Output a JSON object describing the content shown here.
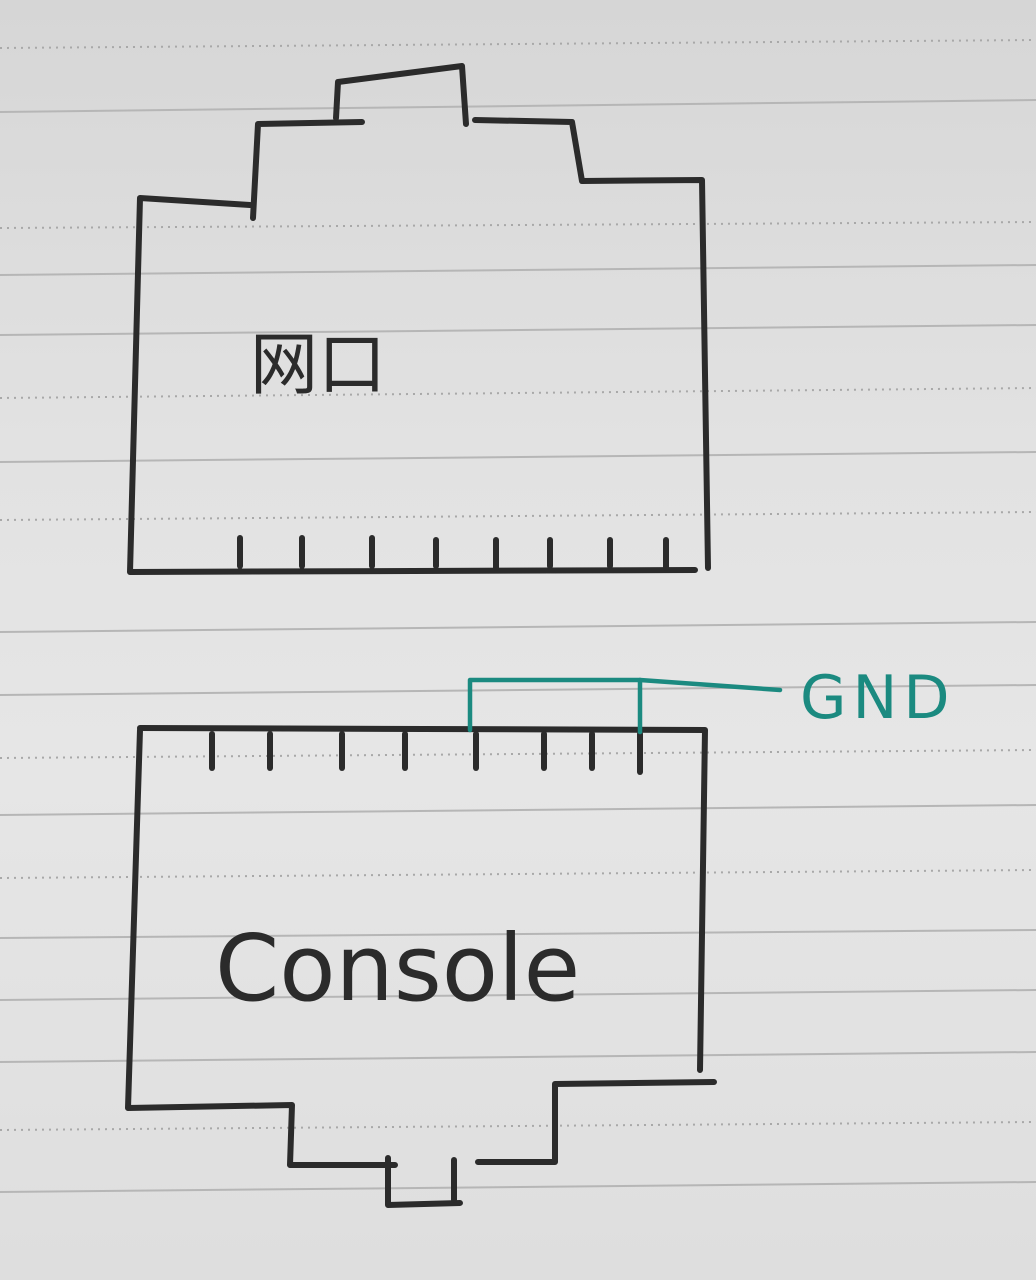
{
  "top_device": {
    "label": "网口"
  },
  "bottom_device": {
    "label": "Console"
  },
  "ground_label": "GND",
  "colors": {
    "paper": "#e2e2e2",
    "ink": "#2b2b2b",
    "ground_wire": "#1b8a80",
    "ruled_line": "#b6b6b6"
  }
}
